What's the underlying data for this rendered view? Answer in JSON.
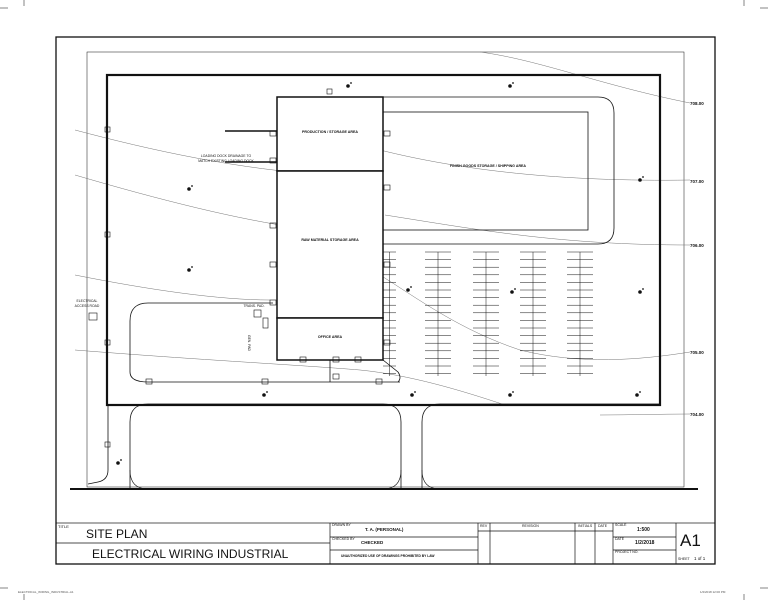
{
  "title_block": {
    "title_label": "TITLE",
    "sheet_title": "SITE PLAN",
    "project_name": "ELECTRICAL WIRING INDUSTRIAL",
    "drawn_by_label": "DRAWN BY",
    "drawn_by": "T. A. (PERSONAL)",
    "checked_by_label": "CHECKED BY",
    "checked_by": "CHECKED",
    "note": "UNAUTHORIZED USE OF DRAWINGS PROHIBITED BY LAW",
    "rev_label": "REV",
    "revision_label": "REVISION",
    "initials_label": "INITIALS",
    "date_col_label": "DATE",
    "scale_label": "SCALE",
    "scale": "1:500",
    "date_label": "DATE",
    "date": "1/2/2018",
    "project_no_label": "PROJECT NO.",
    "sheet_no": "A1",
    "sheet_label": "SHEET",
    "sheet_of": "1 of 1"
  },
  "areas": {
    "production_area": "PRODUCTION / STORAGE AREA",
    "finish_area": "FINISH GOODS STORAGE / SHIPPING AREA",
    "storage_area": "RAW MATERIAL STORAGE AREA",
    "office_area": "OFFICE AREA",
    "loading_note_1": "LOADING DOCK DRAINAGE TO",
    "loading_note_2": "MATCH EXISTING LOADING DOCK",
    "electrical_entry_1": "ELECTRICAL",
    "electrical_entry_2": "ACCESS ROAD",
    "trans_pad": "TRANS. PAD.",
    "generator": "GEN. PAD"
  },
  "contours": [
    "708.00",
    "707.00",
    "706.00",
    "705.00",
    "704.00"
  ],
  "footer": {
    "left_stamp": "ELECTRICAL_WIRING_INDUSTRIAL-A1",
    "right_stamp": "1/2/2018 12:00 PM"
  }
}
